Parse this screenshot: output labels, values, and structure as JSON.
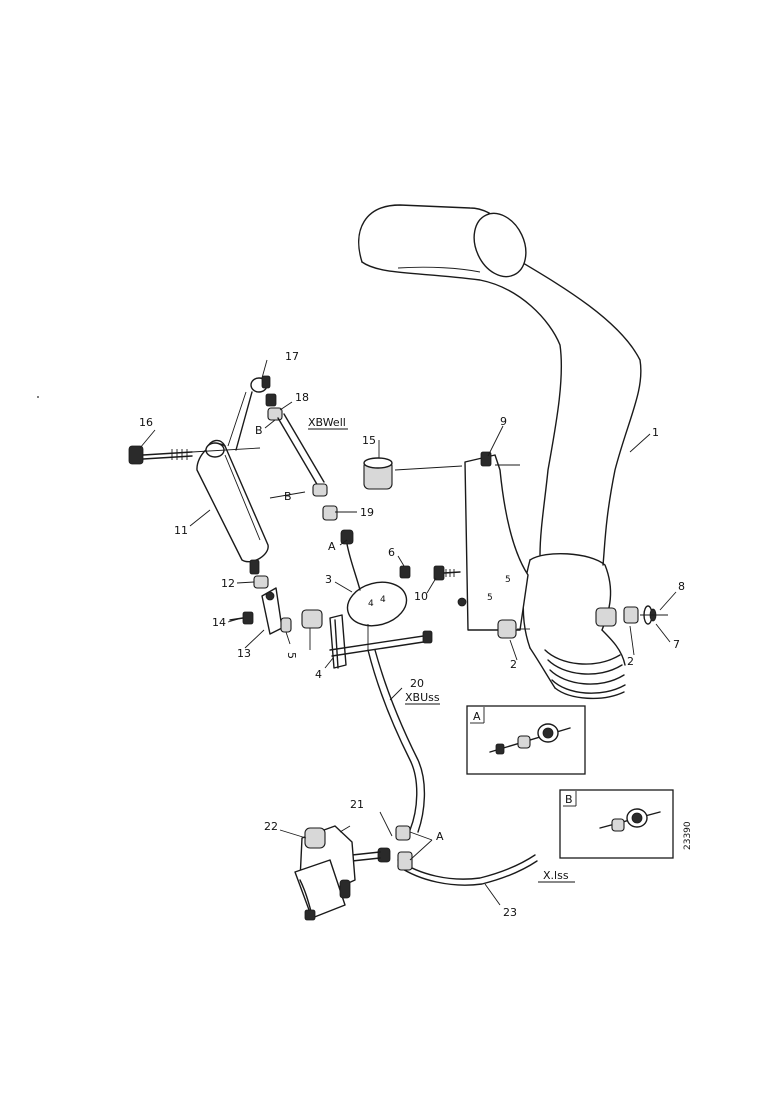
{
  "callouts": {
    "c1": "1",
    "c2a": "2",
    "c2b": "2",
    "c3": "3",
    "c4": "4",
    "c5": "5",
    "c6": "6",
    "c7": "7",
    "c8": "8",
    "c9": "9",
    "c10": "10",
    "c11": "11",
    "c12": "12",
    "c13": "13",
    "c14": "14",
    "c15": "15",
    "c16": "16",
    "c17": "17",
    "c18": "18",
    "c19": "19",
    "c20": "20",
    "c21": "21",
    "c22": "22",
    "c23": "23",
    "a1": "A",
    "a2": "A",
    "b1": "B",
    "b2": "B"
  },
  "hose_notes": {
    "n18": "XBWell",
    "n20": "XBUss",
    "n23": "X.lss"
  },
  "insets": {
    "inset_a": "A",
    "inset_b": "B"
  },
  "drawing_number": "23390"
}
